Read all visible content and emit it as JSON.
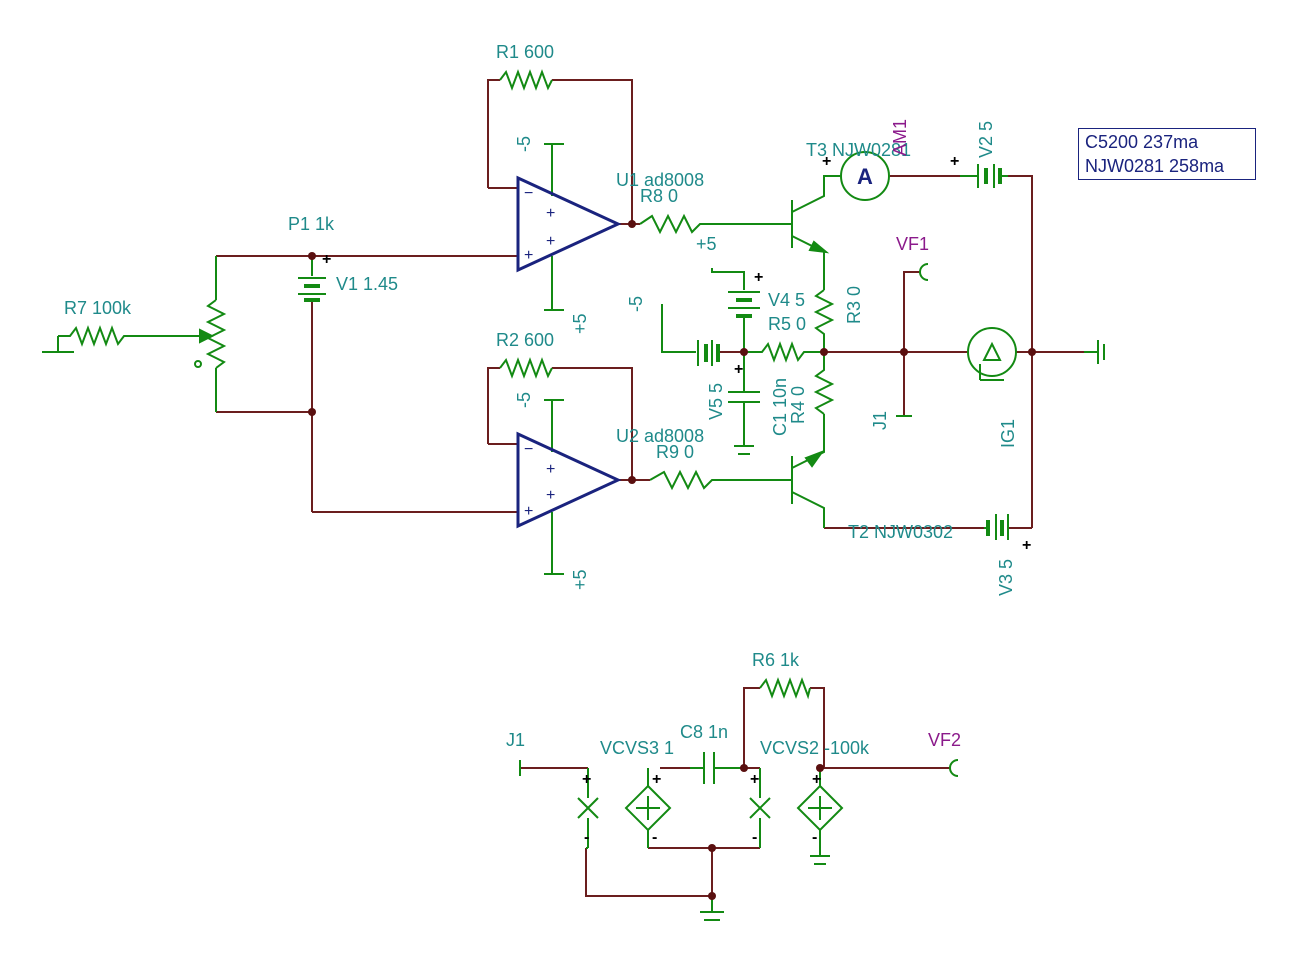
{
  "labels": {
    "r1": "R1 600",
    "r2": "R2 600",
    "r7": "R7 100k",
    "p1": "P1 1k",
    "v1": "V1 1.45",
    "u1": "U1 ad8008",
    "u2": "U2 ad8008",
    "r8": "R8 0",
    "r9": "R9 0",
    "t3": "T3 NJW0281",
    "t2": "T2 NJW0302",
    "am1": "AM1",
    "v2": "V2 5",
    "v3": "V3 5",
    "v4": "V4 5",
    "v5": "V5 5",
    "r3": "R3 0",
    "r4": "R4 0",
    "r5": "R5 0",
    "c1": "C1 10n",
    "vf1": "VF1",
    "vf2": "VF2",
    "j1": "J1",
    "j1b": "J1",
    "ig1": "IG1",
    "r6": "R6 1k",
    "c8": "C8 1n",
    "vcvs3": "VCVS3 1",
    "vcvs2": "VCVS2 -100k",
    "u1_neg": "-5",
    "u1_pos": "+5",
    "u2_neg": "-5",
    "u2_pos": "+5",
    "v4_top": "+5",
    "v5_left": "-5",
    "am_letter": "A"
  },
  "note": {
    "line1": "C5200 237ma",
    "line2": "NJW0281 258ma"
  },
  "colors": {
    "wire": "#6b1e1e",
    "component": "#138a13",
    "opamp": "#1a237e",
    "label": "#1f8a8a",
    "probe_label": "#8b1a8b",
    "node": "#5a1010"
  }
}
